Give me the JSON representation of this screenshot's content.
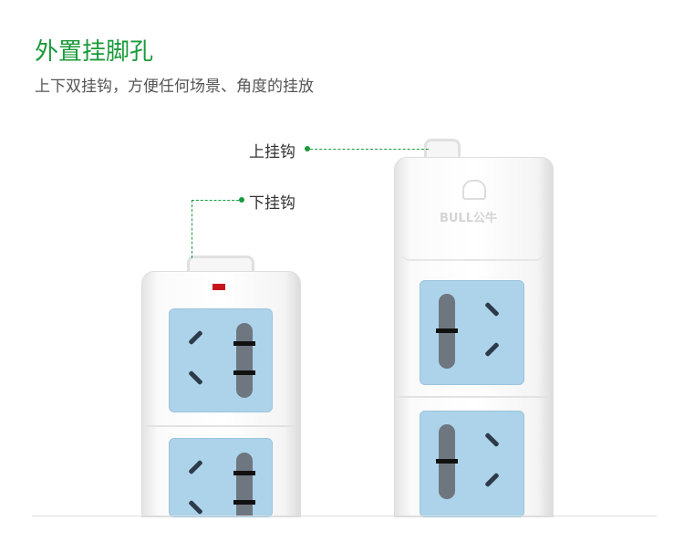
{
  "header": {
    "title": "外置挂脚孔",
    "subtitle": "上下双挂钩，方便任何场景、角度的挂放"
  },
  "callouts": {
    "upper_hook": "上挂钩",
    "lower_hook": "下挂钩"
  },
  "product": {
    "brand_logo": "BULL公牛"
  },
  "colors": {
    "accent": "#1a9a3a",
    "socket": "#acd3ea"
  }
}
